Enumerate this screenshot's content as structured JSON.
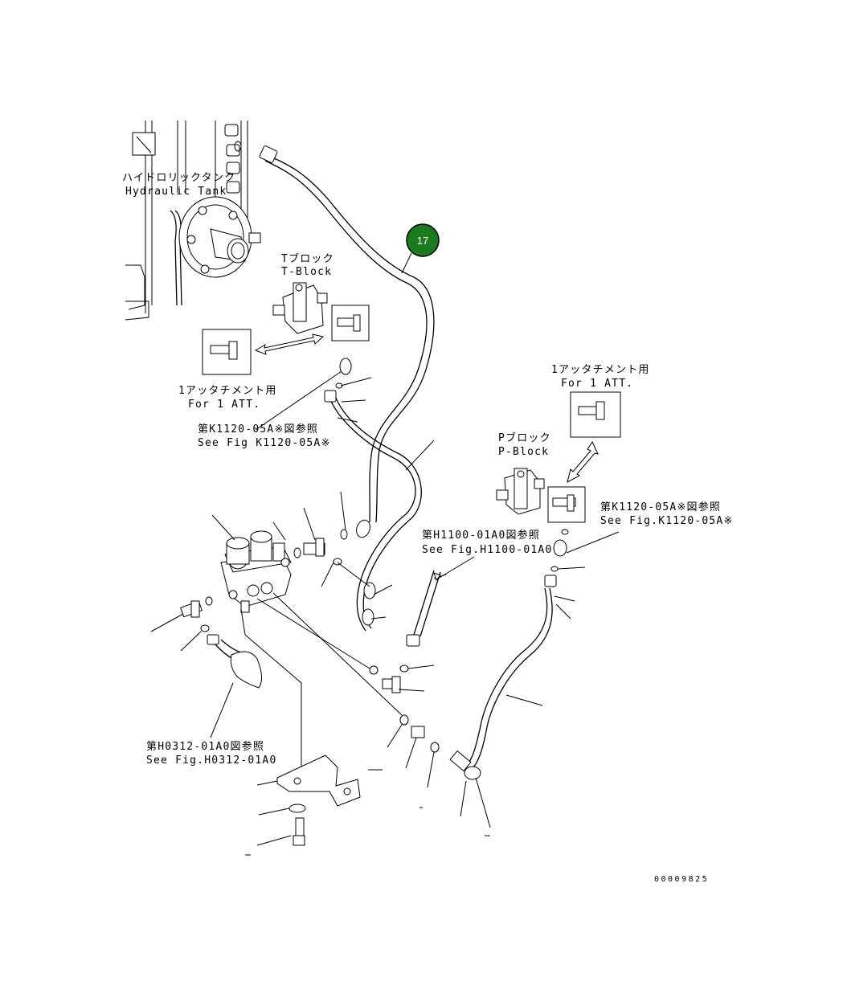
{
  "labels": {
    "hydraulic_tank_jp": "ハイドロリックタンク",
    "hydraulic_tank_en": "Hydraulic Tank",
    "t_block_jp": "Tブロック",
    "t_block_en": "T-Block",
    "for_1att_left_jp": "1アッタチメント用",
    "for_1att_left_en": "For 1 ATT.",
    "see_k1120_left_jp": "第K1120-05A※図参照",
    "see_k1120_left_en": "See Fig K1120-05A※",
    "for_1att_right_jp": "1アッタチメント用",
    "for_1att_right_en": "For 1 ATT.",
    "p_block_jp": "Pブロック",
    "p_block_en": "P-Block",
    "see_k1120_right_jp": "第K1120-05A※図参照",
    "see_k1120_right_en": "See Fig.K1120-05A※",
    "see_h1100_jp": "第H1100-01A0図参照",
    "see_h1100_en": "See Fig.H1100-01A0",
    "see_h0312_jp": "第H0312-01A0図参照",
    "see_h0312_en": "See Fig.H0312-01A0"
  },
  "callout": {
    "number": "17",
    "color": "#1e7a1e"
  },
  "drawing_number": "00009825"
}
